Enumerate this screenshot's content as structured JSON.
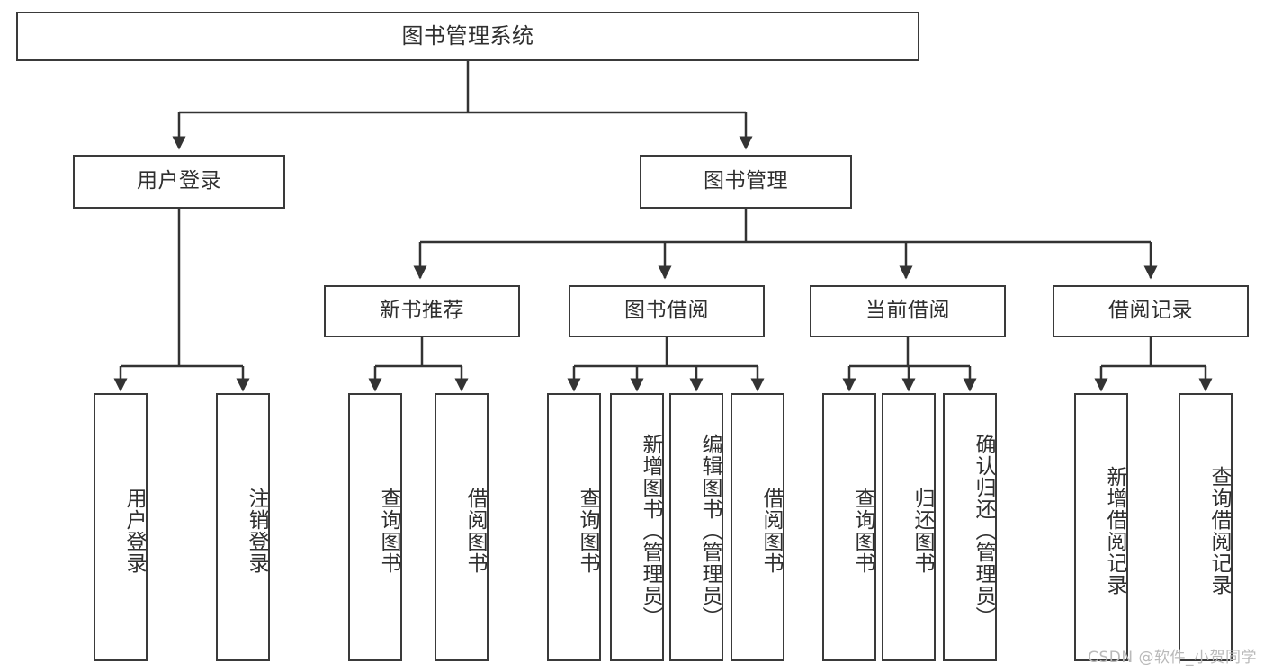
{
  "diagram": {
    "type": "tree-hierarchy-chart",
    "title": "图书管理系统",
    "colors": {
      "border": "#3a3a3a",
      "text": "#2f2f2f",
      "background": "#ffffff",
      "connector": "#333333",
      "watermark": "#b9b9b9"
    },
    "levels": {
      "root": {
        "label": "图书管理系统"
      },
      "level2": [
        {
          "label": "用户登录"
        },
        {
          "label": "图书管理"
        }
      ],
      "level3": [
        {
          "label": "新书推荐"
        },
        {
          "label": "图书借阅"
        },
        {
          "label": "当前借阅"
        },
        {
          "label": "借阅记录"
        }
      ],
      "leaves": {
        "user_login": [
          {
            "label": "用户登录"
          },
          {
            "label": "注销登录"
          }
        ],
        "new_book_recommend": [
          {
            "label": "查询图书"
          },
          {
            "label": "借阅图书"
          }
        ],
        "book_borrow": [
          {
            "label": "查询图书"
          },
          {
            "label": "新增图书（管理员）"
          },
          {
            "label": "编辑图书（管理员）"
          },
          {
            "label": "借阅图书"
          }
        ],
        "current_borrow": [
          {
            "label": "查询图书"
          },
          {
            "label": "归还图书"
          },
          {
            "label": "确认归还（管理员）"
          }
        ],
        "borrow_record": [
          {
            "label": "新增借阅记录"
          },
          {
            "label": "查询借阅记录"
          }
        ]
      }
    }
  },
  "watermark": {
    "text": "CSDN @软件_小贺同学"
  }
}
